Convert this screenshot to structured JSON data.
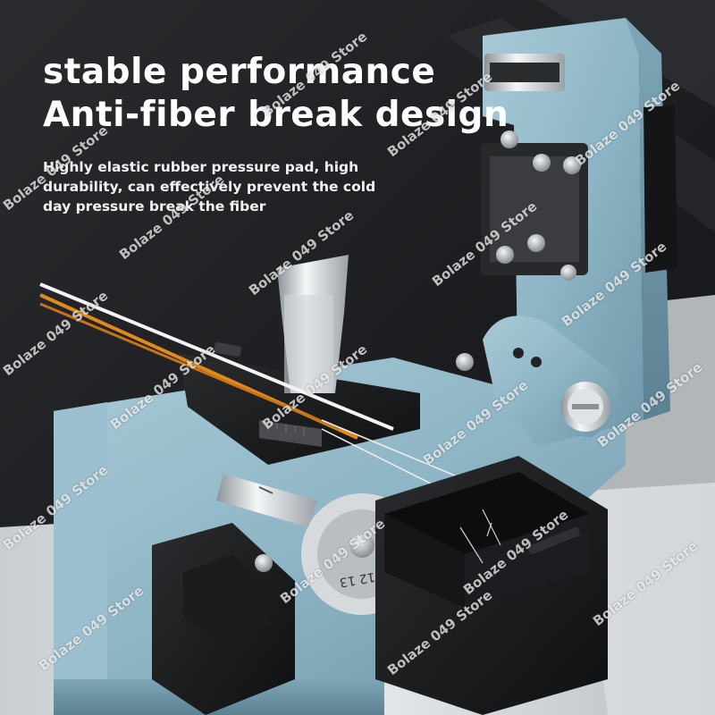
{
  "headline": {
    "line1": "stable performance",
    "line2": "Anti-fiber break design"
  },
  "body_text": {
    "line1": "Highly elastic rubber pressure pad, high",
    "line2": "durability, can effectively prevent the cold",
    "line3": "day pressure break the fiber"
  },
  "watermark": "Bolaze 049 Store",
  "colors": {
    "background": "#1e1f22",
    "metal_body": "#8fb6c6",
    "black_parts": "#1a1a1c",
    "fiber_orange": "#e08a1e",
    "headline_text": "#ffffff"
  }
}
